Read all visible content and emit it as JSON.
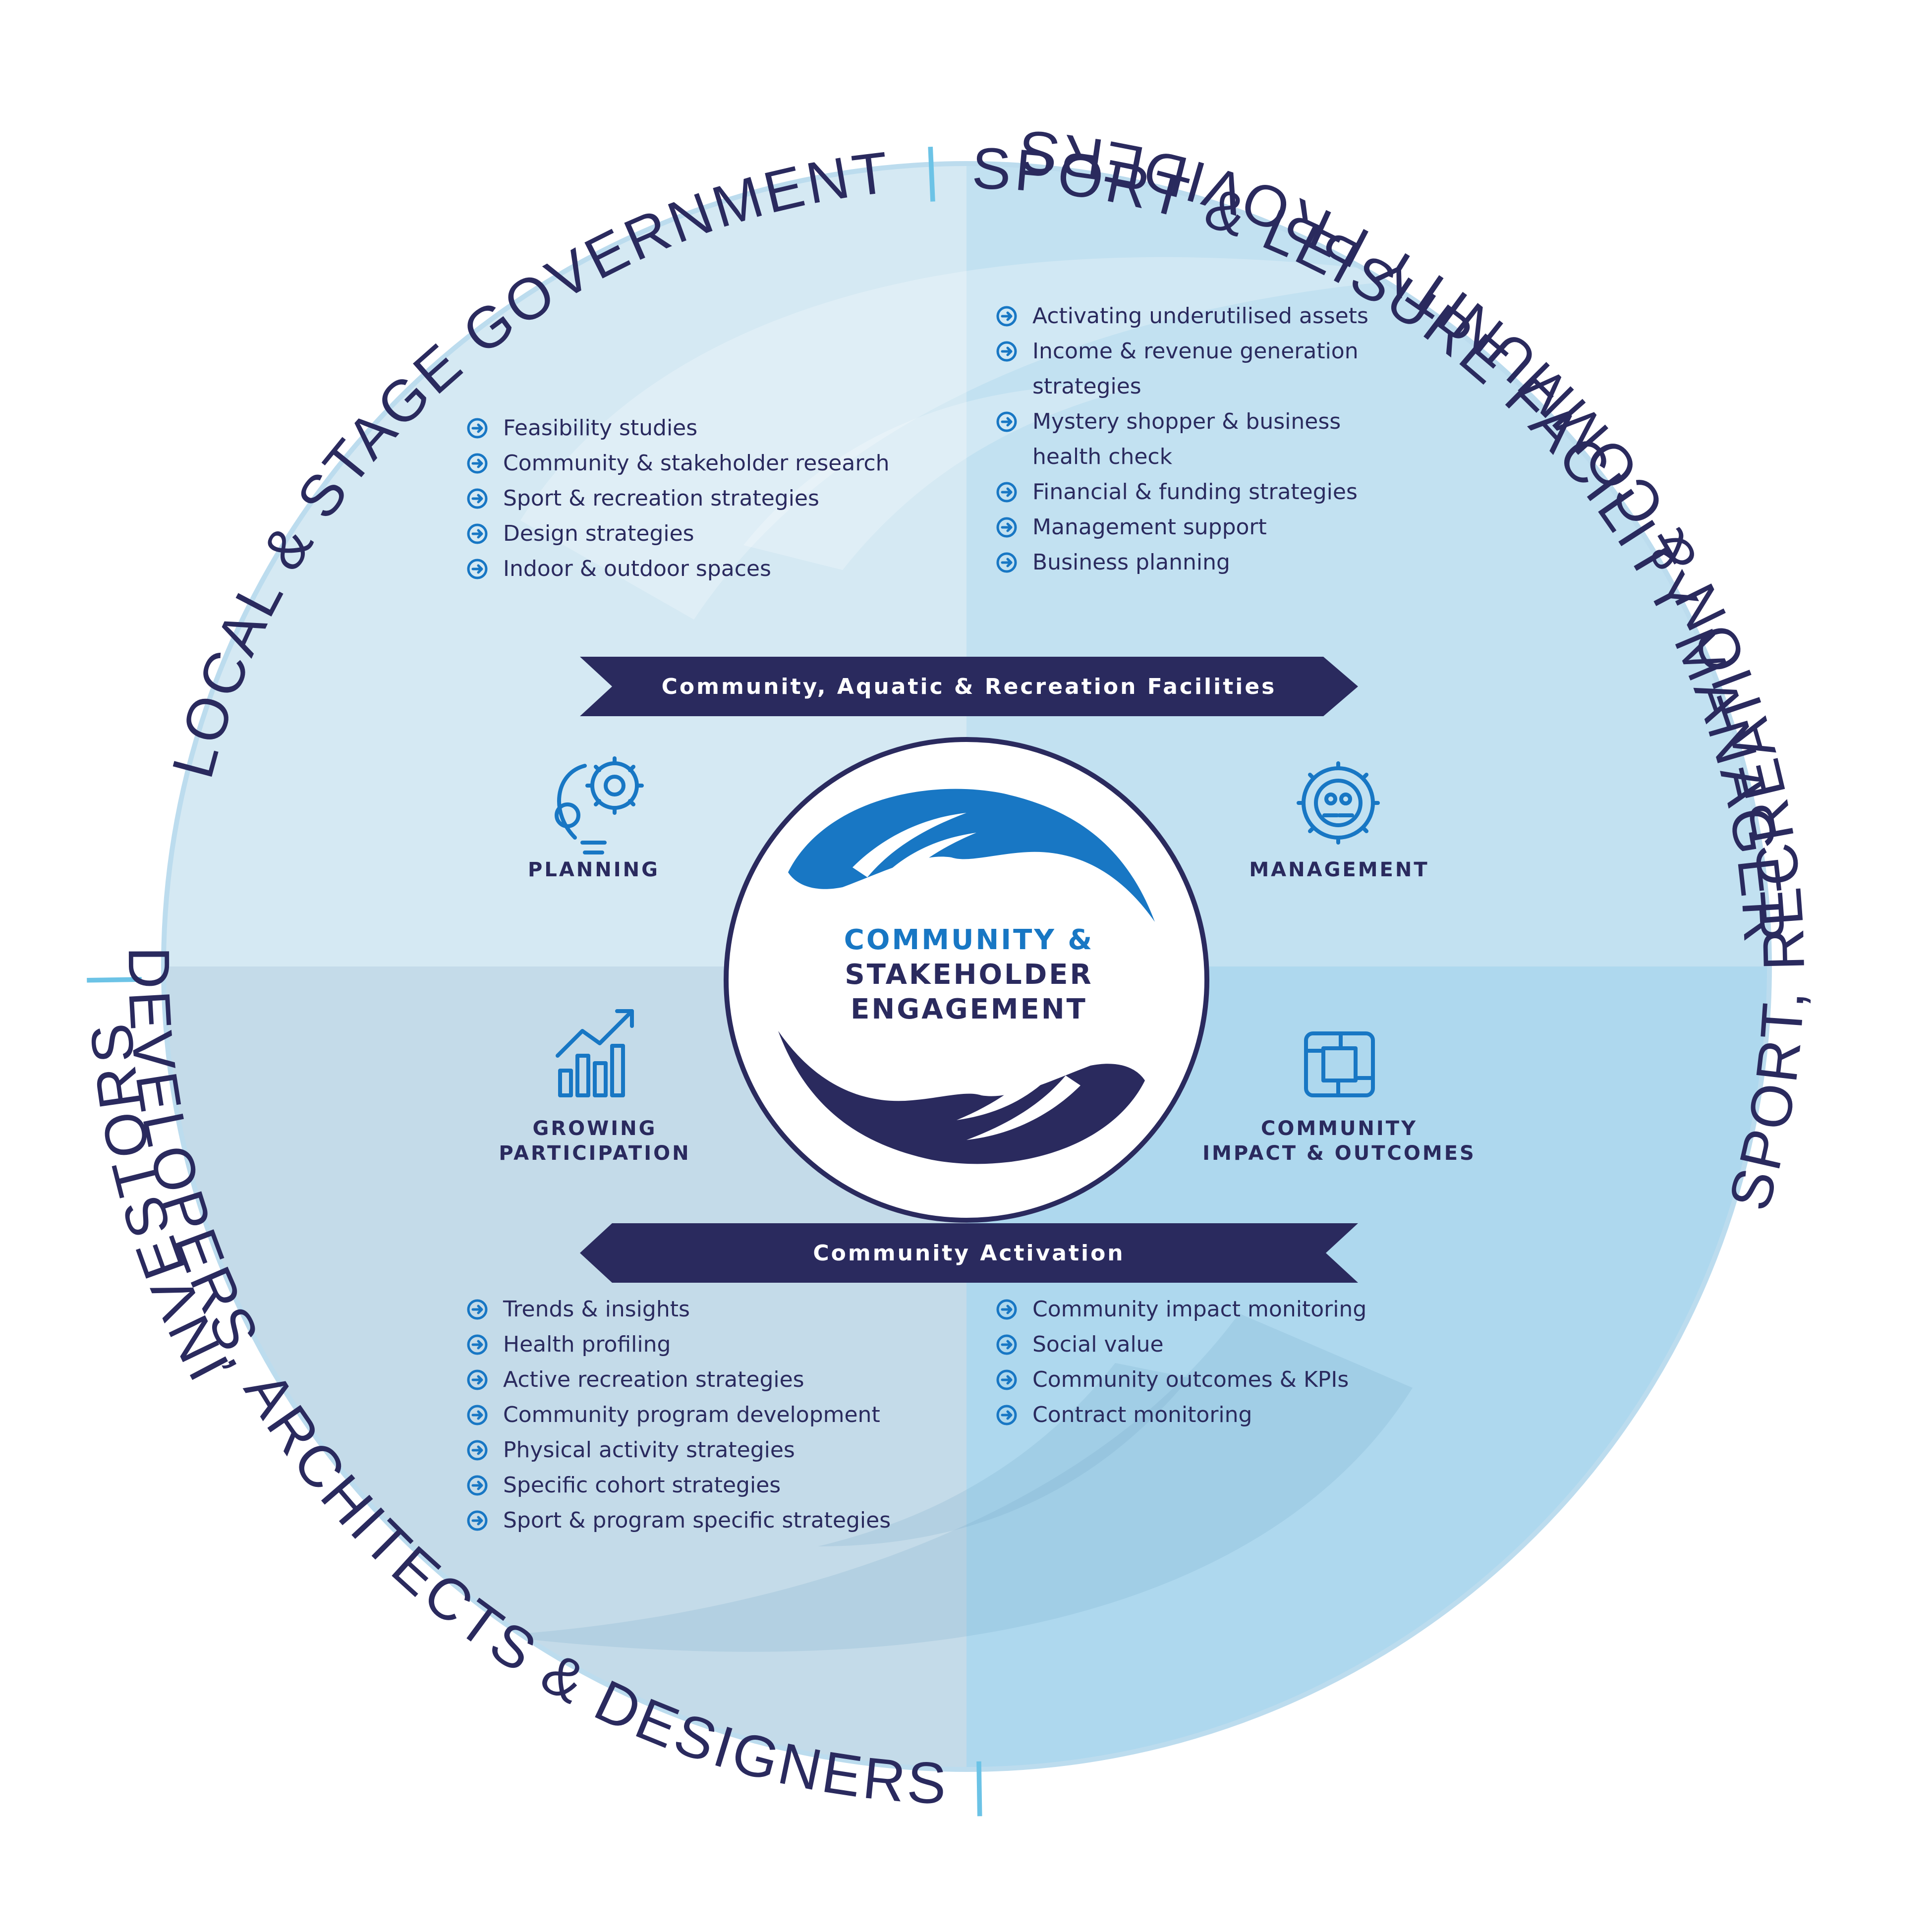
{
  "audiences": {
    "top_left": "LOCAL & STAGE GOVERNMENT",
    "top_right": "SPORT & LEISURE FACILITY MANAGERS",
    "left": "INVESTORS",
    "bottom_left": "DEVELOPERS, ARCHITECTS & DESIGNERS",
    "bottom_right": "SPORT, RECREATION & COMMUNITY PROVIDERS",
    "separator": "|"
  },
  "banners": {
    "top": "Community, Aquatic & Recreation Facilities",
    "bottom": "Community Activation"
  },
  "center": {
    "line1": "COMMUNITY &",
    "line2": "STAKEHOLDER",
    "line3": "ENGAGEMENT"
  },
  "pillars": {
    "planning": "PLANNING",
    "management": "MANAGEMENT",
    "growing_1": "GROWING",
    "growing_2": "PARTICIPATION",
    "impact_1": "COMMUNITY",
    "impact_2": "IMPACT & OUTCOMES"
  },
  "lists": {
    "planning": [
      "Feasibility studies",
      "Community & stakeholder research",
      "Sport & recreation strategies",
      "Design strategies",
      "Indoor & outdoor spaces"
    ],
    "management": [
      "Activating underutilised assets",
      "Income & revenue generation",
      "strategies",
      "Mystery shopper & business",
      "health check",
      "Financial & funding strategies",
      "Management support",
      "Business planning"
    ],
    "participation": [
      "Trends & insights",
      "Health profiling",
      "Active recreation strategies",
      "Community program development",
      "Physical activity strategies",
      "Specific cohort strategies",
      "Sport & program specific strategies"
    ],
    "impact": [
      "Community impact monitoring",
      "Social value",
      "Community outcomes & KPIs",
      "Contract monitoring"
    ]
  },
  "colors": {
    "navy": "#2a2a5e",
    "blue": "#1877c4",
    "accent": "#6cc3e6"
  }
}
